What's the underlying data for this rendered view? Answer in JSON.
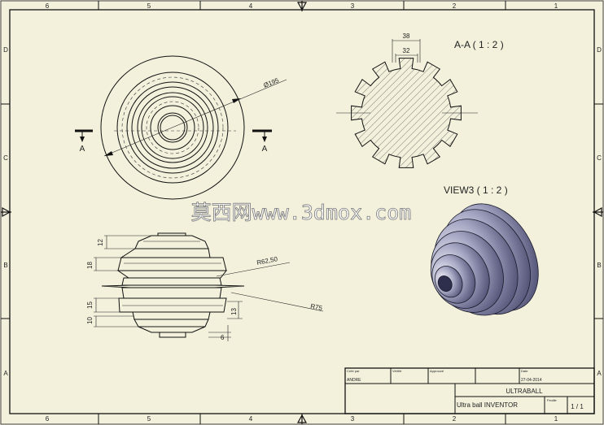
{
  "border": {
    "columns": [
      "6",
      "5",
      "4",
      "3",
      "2",
      "1"
    ],
    "rows": [
      "D",
      "C",
      "B",
      "A"
    ]
  },
  "front_view": {
    "diameter_label": "Ø195",
    "section_labels": [
      "A",
      "A"
    ]
  },
  "section_view": {
    "title": "A-A ( 1 : 2 )",
    "dim_outer": "38",
    "dim_inner": "32"
  },
  "view3": {
    "title": "VIEW3 ( 1 : 2 )"
  },
  "side_view": {
    "left_dims": [
      "12",
      "18",
      "15",
      "10"
    ],
    "right_dims": [
      "13",
      "6"
    ],
    "radius_labels": [
      "R62,50",
      "R75"
    ]
  },
  "watermark": "莫西网www.3dmox.com",
  "title_block": {
    "cells": [
      "Créé par",
      "Vérifié",
      "Approuvé",
      "Date"
    ],
    "designer": "ANDRE",
    "date": "27-04-2014",
    "title": "ULTRABALL",
    "subtitle": "Ultra ball INVENTOR",
    "sheet_label": "Feuille",
    "sheet_value": "1 / 1"
  }
}
